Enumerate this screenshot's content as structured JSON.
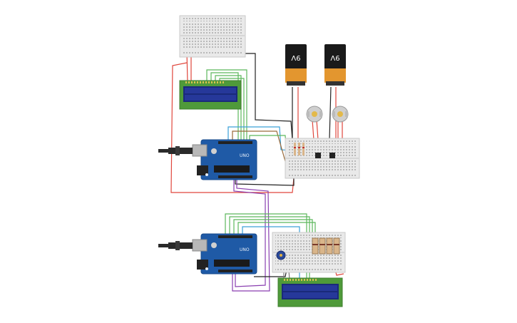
{
  "circuit": {
    "battery_left_label": "9V",
    "battery_right_label": "9V",
    "arduino_top_brand": "UNO",
    "arduino_bottom_brand": "UNO"
  },
  "colors": {
    "board": "#1f5aa6",
    "board_dark": "#174a8a",
    "breadboard": "#e9e9e9",
    "lcd_bezel": "#4f9a3a",
    "lcd_screen": "#1a2a7a",
    "battery_top": "#1a1a1a",
    "battery_body": "#e3962f",
    "wire_red": "#e0463c",
    "wire_green": "#5cb85c",
    "wire_blue": "#3aa0d8",
    "wire_purple": "#8a3fb0",
    "wire_brown": "#9a6a3a",
    "wire_black": "#222222",
    "wire_gray": "#7a7a7a"
  }
}
